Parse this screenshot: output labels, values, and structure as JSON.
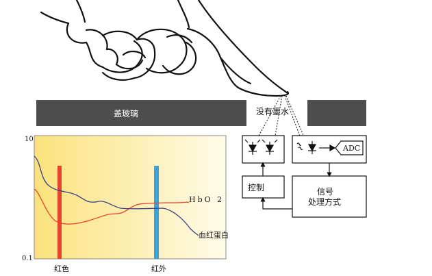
{
  "labels": {
    "glass": "盖玻璃",
    "no_ink": "没有墨水",
    "control": "控制",
    "signal_line1": "信号",
    "signal_line2": "处理方式",
    "adc": "ADC"
  },
  "chart_data": {
    "type": "line",
    "y_ticks": [
      "10",
      "0.1"
    ],
    "x_markers": [
      {
        "label": "红色",
        "color": "#e8432c"
      },
      {
        "label": "红外",
        "color": "#3ba3dc"
      }
    ],
    "series": [
      {
        "name": "HbO 2",
        "color": "#e8432c"
      },
      {
        "name": "血红蛋白",
        "color": "#3a3f8a"
      }
    ],
    "colors": {
      "gradient_start": "#fbe27c",
      "gradient_end": "#fefbe8",
      "glass": "#4d4d4d"
    }
  }
}
